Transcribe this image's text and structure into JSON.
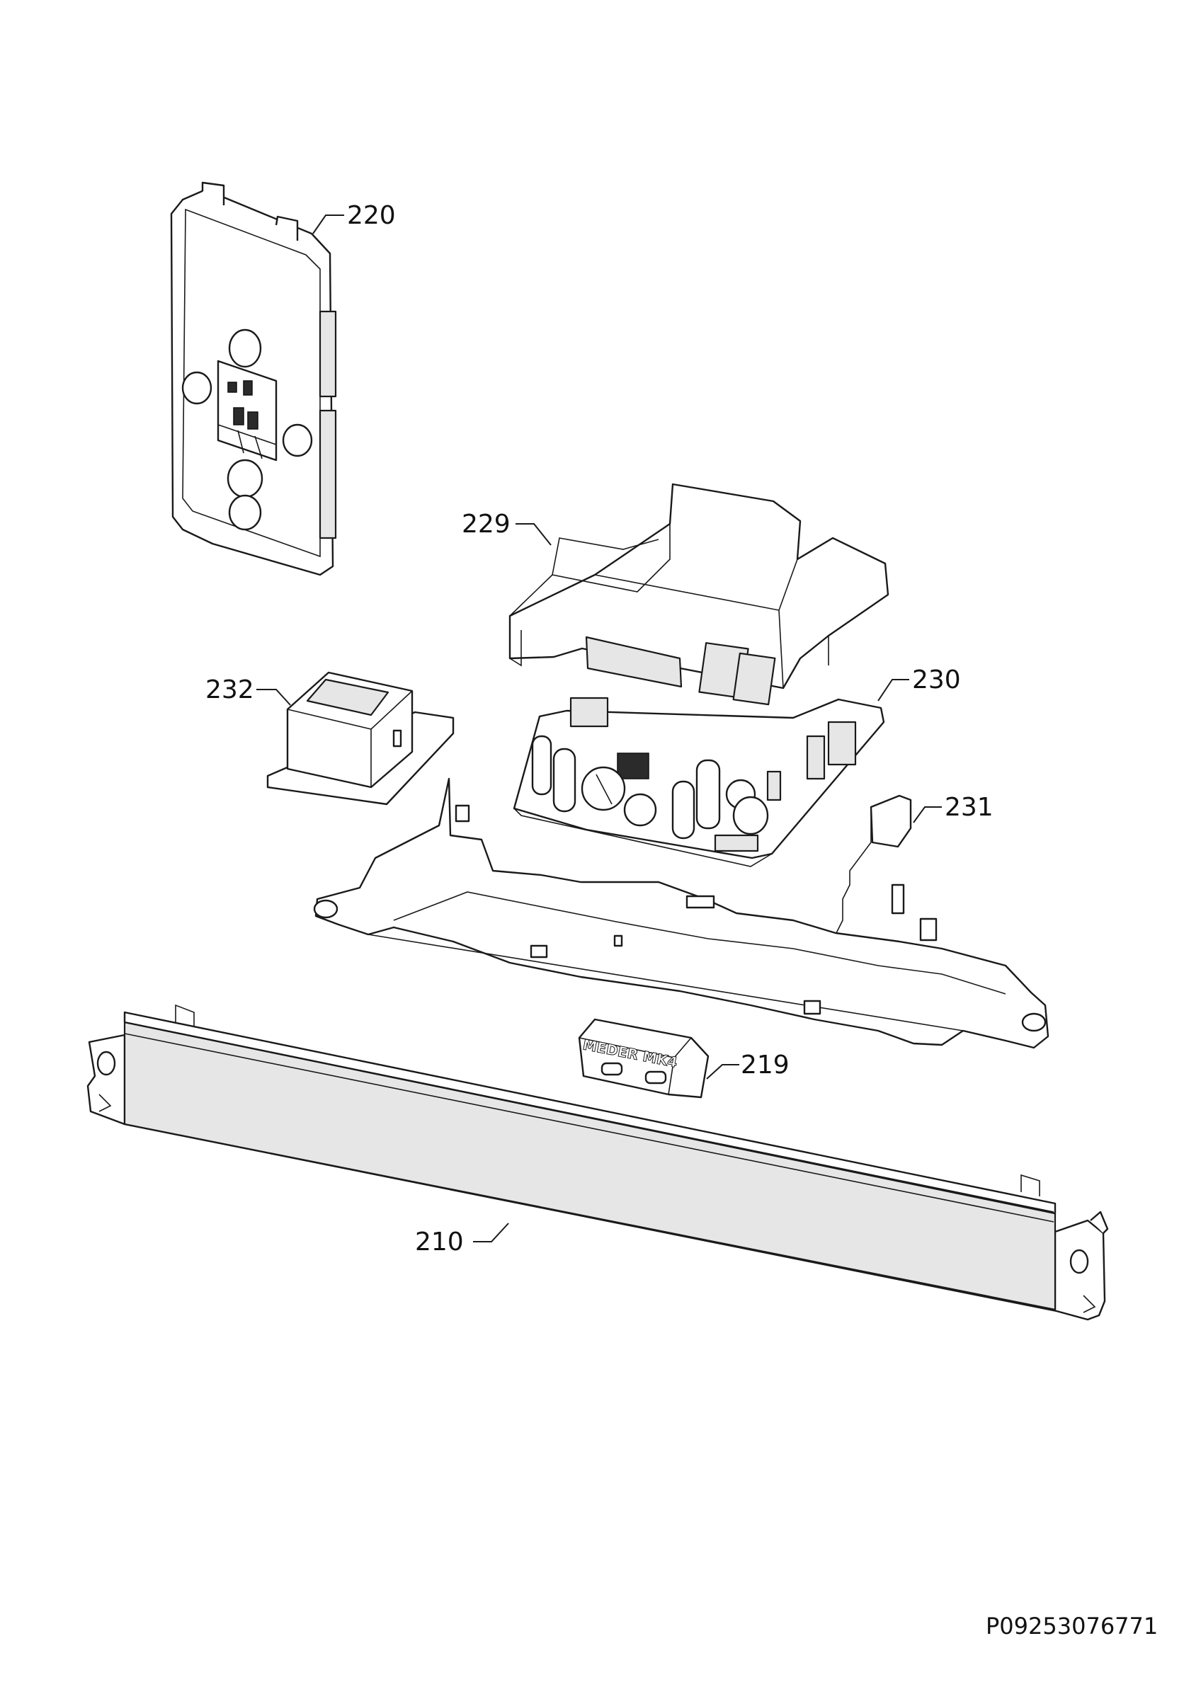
{
  "callouts": {
    "p220": "220",
    "p229": "229",
    "p232": "232",
    "p230": "230",
    "p231": "231",
    "p219": "219",
    "p210": "210"
  },
  "labels": {
    "reed_sensor_marking": "MEDER MK4"
  },
  "document_id": "P09253076771"
}
